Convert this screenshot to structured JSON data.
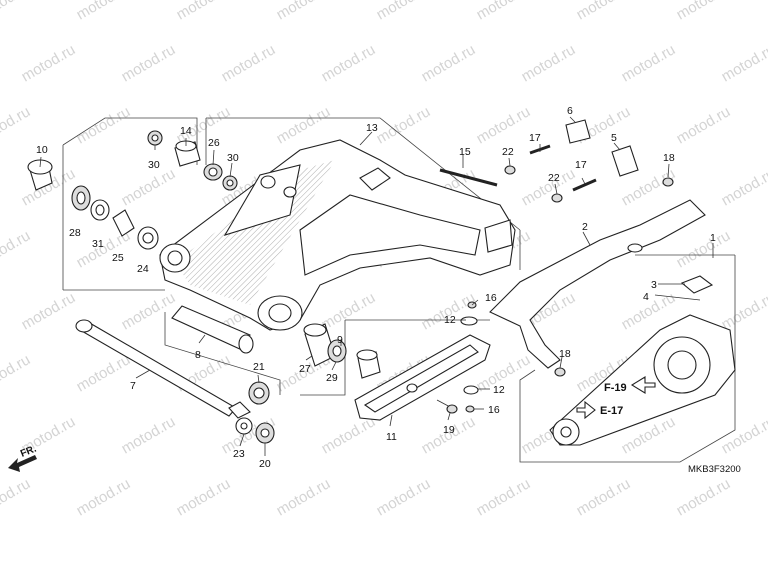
{
  "watermark": "motod.ru",
  "diagram_code": "MKB3F3200",
  "direction_label": "FR.",
  "refs": [
    "F-19",
    "E-17"
  ],
  "callouts": [
    {
      "id": "c1",
      "text": "1"
    },
    {
      "id": "c2",
      "text": "2"
    },
    {
      "id": "c3",
      "text": "3"
    },
    {
      "id": "c4",
      "text": "4"
    },
    {
      "id": "c5",
      "text": "5"
    },
    {
      "id": "c6",
      "text": "6"
    },
    {
      "id": "c7",
      "text": "7"
    },
    {
      "id": "c8",
      "text": "8"
    },
    {
      "id": "c9",
      "text": "9"
    },
    {
      "id": "c10",
      "text": "10"
    },
    {
      "id": "c11",
      "text": "11"
    },
    {
      "id": "c12a",
      "text": "12"
    },
    {
      "id": "c12b",
      "text": "12"
    },
    {
      "id": "c13",
      "text": "13"
    },
    {
      "id": "c14",
      "text": "14"
    },
    {
      "id": "c15",
      "text": "15"
    },
    {
      "id": "c16a",
      "text": "16"
    },
    {
      "id": "c16b",
      "text": "16"
    },
    {
      "id": "c17a",
      "text": "17"
    },
    {
      "id": "c17b",
      "text": "17"
    },
    {
      "id": "c18a",
      "text": "18"
    },
    {
      "id": "c18b",
      "text": "18"
    },
    {
      "id": "c19",
      "text": "19"
    },
    {
      "id": "c20",
      "text": "20"
    },
    {
      "id": "c21",
      "text": "21"
    },
    {
      "id": "c22a",
      "text": "22"
    },
    {
      "id": "c22b",
      "text": "22"
    },
    {
      "id": "c23",
      "text": "23"
    },
    {
      "id": "c24",
      "text": "24"
    },
    {
      "id": "c25",
      "text": "25"
    },
    {
      "id": "c26",
      "text": "26"
    },
    {
      "id": "c27",
      "text": "27"
    },
    {
      "id": "c28",
      "text": "28"
    },
    {
      "id": "c29",
      "text": "29"
    },
    {
      "id": "c30a",
      "text": "30"
    },
    {
      "id": "c30b",
      "text": "30"
    },
    {
      "id": "c31",
      "text": "31"
    }
  ]
}
